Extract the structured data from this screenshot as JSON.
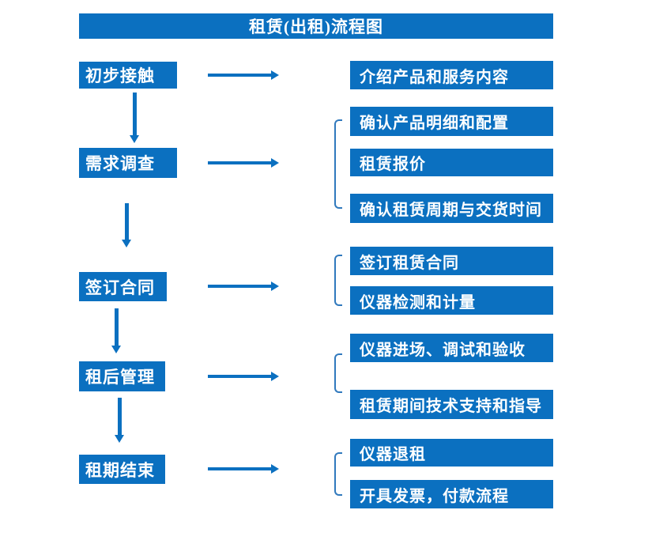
{
  "title": "租赁(出租)流程图",
  "colors": {
    "primary": "#0b70c0",
    "bracket": "#3079bd",
    "background": "#ffffff",
    "text_on_primary": "#ffffff"
  },
  "flow": {
    "steps": [
      {
        "label": "初步接触",
        "details": [
          "介绍产品和服务内容"
        ]
      },
      {
        "label": "需求调查",
        "details": [
          "确认产品明细和配置",
          "租赁报价",
          "确认租赁周期与交货时间"
        ]
      },
      {
        "label": "签订合同",
        "details": [
          "签订租赁合同",
          "仪器检测和计量"
        ]
      },
      {
        "label": "租后管理",
        "details": [
          "仪器进场、调试和验收",
          "租赁期间技术支持和指导"
        ]
      },
      {
        "label": "租期结束",
        "details": [
          "仪器退租",
          "开具发票，付款流程"
        ]
      }
    ]
  }
}
